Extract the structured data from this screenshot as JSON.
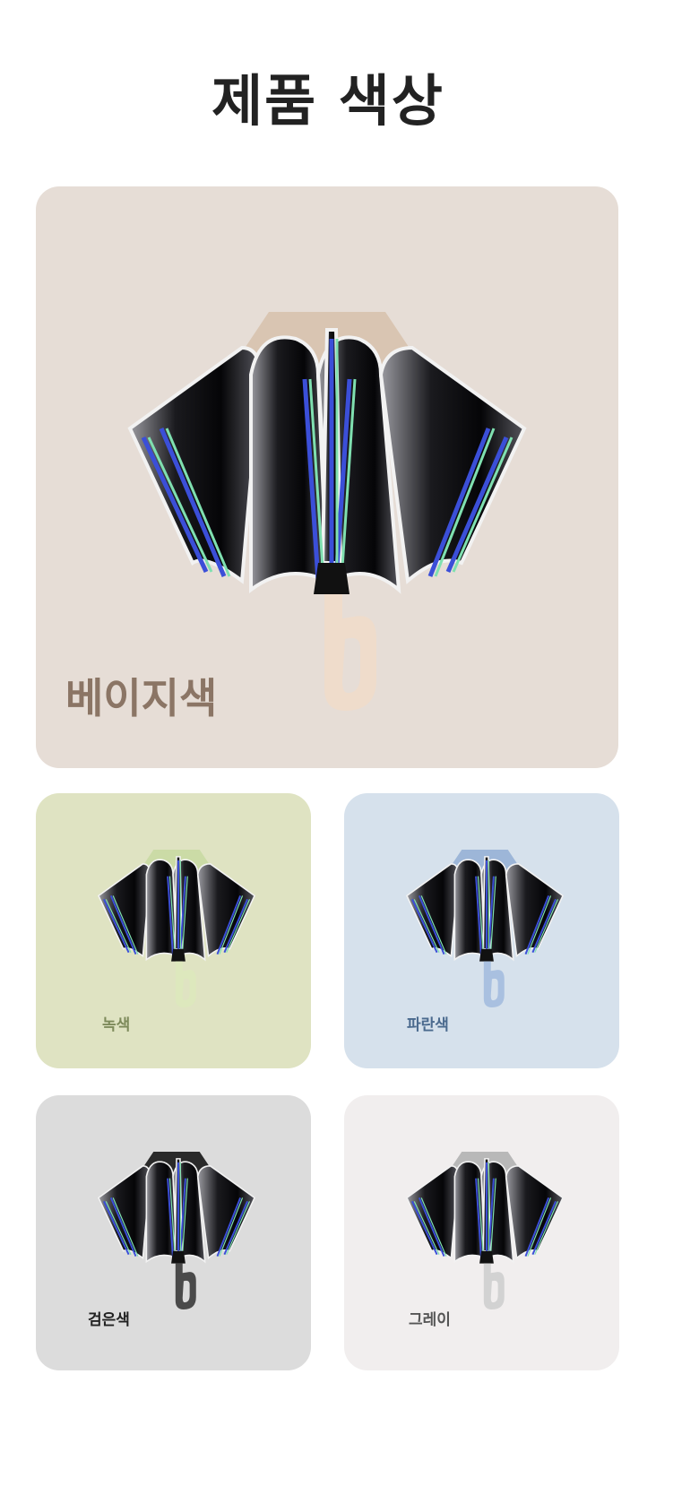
{
  "title": "제품 색상",
  "colors": [
    {
      "label": "베이지색",
      "bg": "#e6ddd6",
      "label_color": "#8b7565",
      "canopy": "#d9c5b2",
      "handle": "#efdccb"
    },
    {
      "label": "녹색",
      "bg": "#dfe3c2",
      "label_color": "#7d8a5a",
      "canopy": "#cbdba6",
      "handle": "#dde8bd"
    },
    {
      "label": "파란색",
      "bg": "#d6e1ec",
      "label_color": "#4b6a8e",
      "canopy": "#9db6d8",
      "handle": "#a9c0e0"
    },
    {
      "label": "검은색",
      "bg": "#dcdcdc",
      "label_color": "#222222",
      "canopy": "#2a2a2a",
      "handle": "#4a4a4a"
    },
    {
      "label": "그레이",
      "bg": "#f1eeee",
      "label_color": "#555555",
      "canopy": "#b8b8b8",
      "handle": "#d2d2d2"
    }
  ]
}
